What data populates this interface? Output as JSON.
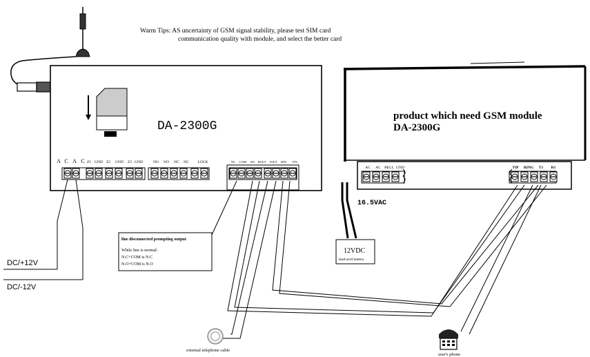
{
  "warn_tips": {
    "line1": "Warm Tips: AS uncertainty of GSM signal stability, please test SIM card",
    "line2": "communication quality with module, and select the better card"
  },
  "module": {
    "model": "DA-2300G",
    "terminals_left": [
      "A",
      "C",
      "A",
      "C",
      "Z1",
      "GND",
      "Z2",
      "GND",
      "Z3",
      "GND"
    ],
    "terminals_mid": [
      "NO",
      "NO",
      "NC",
      "NC",
      "LOCK"
    ],
    "terminals_right": [
      "NC",
      "COM",
      "NO",
      "ROUT",
      "TOUT",
      "RIN",
      "TIN"
    ]
  },
  "product": {
    "title": "product which need GSM module",
    "model": "DA-2300G",
    "terminals_left": [
      "AC",
      "AC",
      "BELL",
      "GND"
    ],
    "terminals_right": [
      "TIP",
      "RING",
      "T1",
      "R1"
    ],
    "voltage_label": "16.5VAC"
  },
  "battery": {
    "label": "12VDC",
    "sublabel": "lead-acid battery"
  },
  "power": {
    "positive": "DC/+12V",
    "negative": "DC/-12V"
  },
  "note": {
    "title": "line disconnected prompting output",
    "line1": "While line is normal:",
    "line2": "N.C+COM is N.C",
    "line3": "N.O+COM is N.O"
  },
  "captions": {
    "external_cable": "external telephone cable",
    "users_phone": "user's phone"
  }
}
